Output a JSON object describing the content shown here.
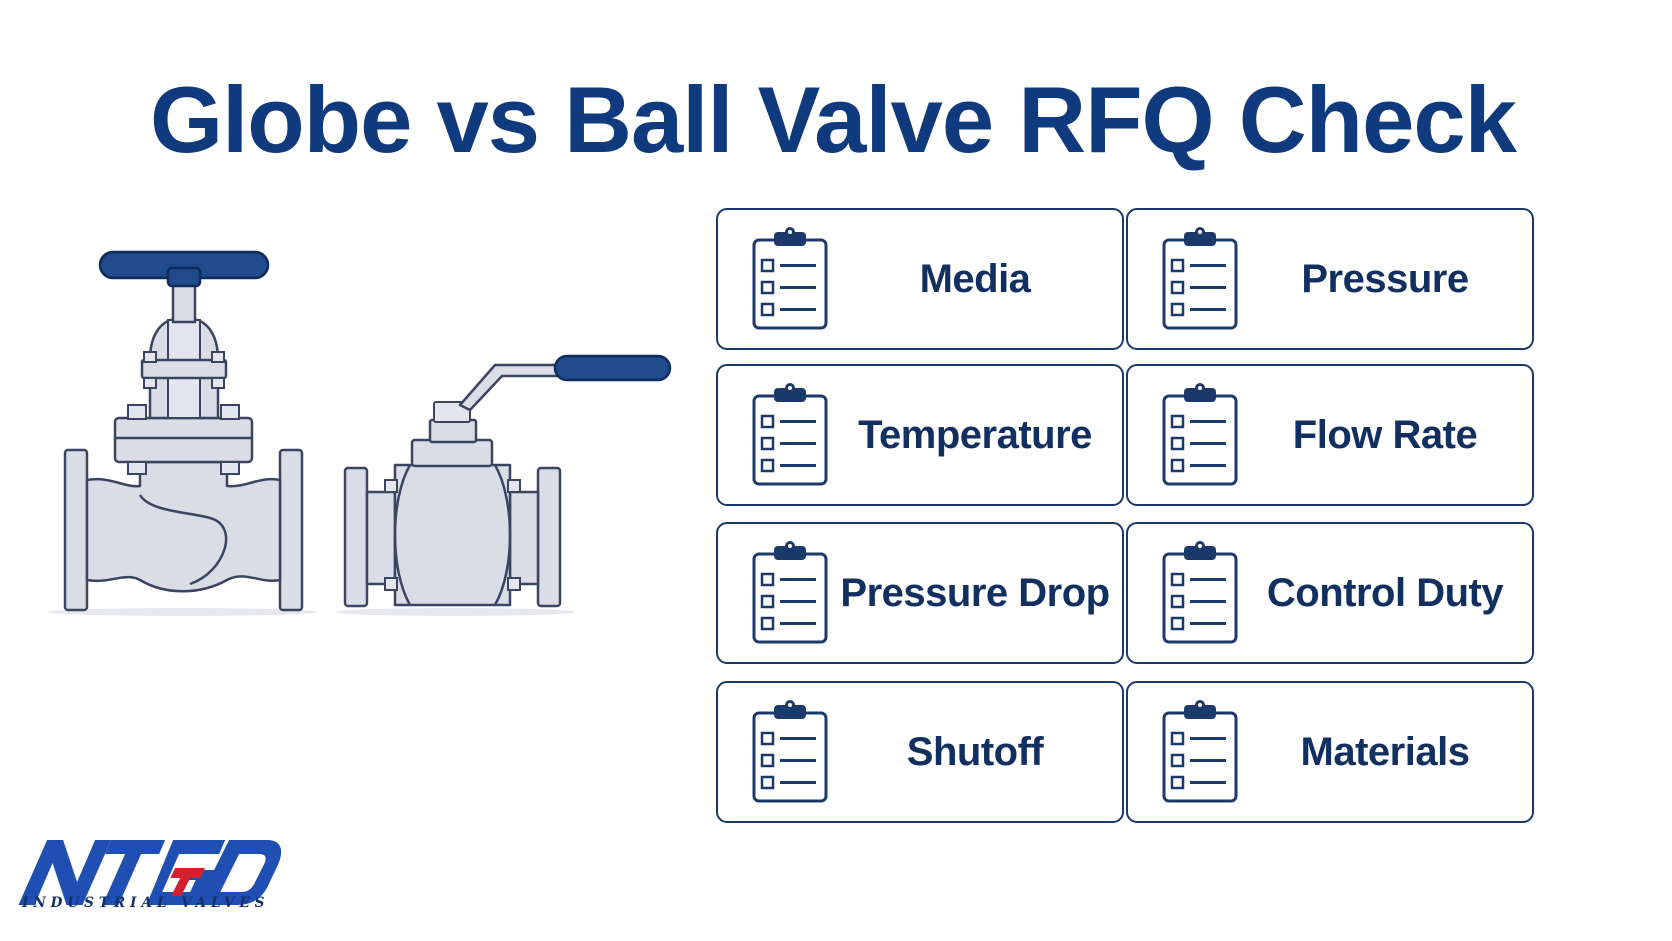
{
  "title": "Globe vs Ball Valve RFQ Check",
  "colors": {
    "primary": "#0f3a7d",
    "card_border": "#1b3a6b",
    "valve_fill": "#d9dde6",
    "handle": "#1f4a8c",
    "logo_accent": "#d3202e"
  },
  "illustration": {
    "items": [
      "globe-valve-icon",
      "ball-valve-icon"
    ]
  },
  "checklist": [
    {
      "label": "Media",
      "icon": "clipboard-checklist-icon"
    },
    {
      "label": "Pressure",
      "icon": "clipboard-checklist-icon"
    },
    {
      "label": "Temperature",
      "icon": "clipboard-checklist-icon"
    },
    {
      "label": "Flow Rate",
      "icon": "clipboard-checklist-icon"
    },
    {
      "label": "Pressure Drop",
      "icon": "clipboard-checklist-icon"
    },
    {
      "label": "Control Duty",
      "icon": "clipboard-checklist-icon"
    },
    {
      "label": "Shutoff",
      "icon": "clipboard-checklist-icon"
    },
    {
      "label": "Materials",
      "icon": "clipboard-checklist-icon"
    }
  ],
  "logo": {
    "mark": "NTGD",
    "subtitle": "INDUSTRIAL VALVES"
  }
}
